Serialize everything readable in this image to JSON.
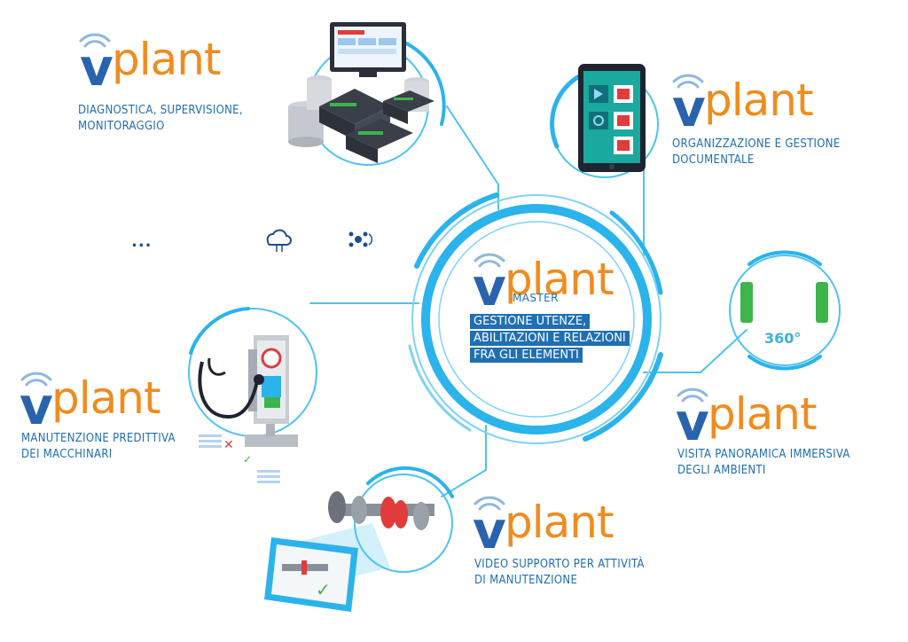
{
  "brand": {
    "v": "v",
    "plant": "plant",
    "master": "MASTER"
  },
  "center": {
    "lines": [
      "GESTIONE UTENZE,",
      "ABILITAZIONI E RELAZIONI",
      "FRA GLI ELEMENTI"
    ]
  },
  "modules": {
    "diagnostica": {
      "lines": [
        "DIAGNOSTICA, SUPERVISIONE,",
        "MONITORAGGIO"
      ]
    },
    "documentale": {
      "lines": [
        "ORGANIZZAZIONE E GESTIONE",
        "DOCUMENTALE"
      ]
    },
    "manutenzione": {
      "lines": [
        "MANUTENZIONE PREDITTIVA",
        "DEI MACCHINARI"
      ]
    },
    "panoramica": {
      "lines": [
        "VISITA PANORAMICA IMMERSIVA",
        "DEGLI AMBIENTI"
      ],
      "badge": "360°"
    },
    "video": {
      "lines": [
        "VIDEO SUPPORTO PER ATTIVITÀ",
        "DI MANUTENZIONE"
      ]
    }
  },
  "icons": {
    "dots": "..."
  },
  "colors": {
    "blue": "#1f6fb5",
    "light_blue": "#4fc3f0",
    "orange": "#f08c1e",
    "green": "#3cb54a",
    "red": "#e53935"
  }
}
